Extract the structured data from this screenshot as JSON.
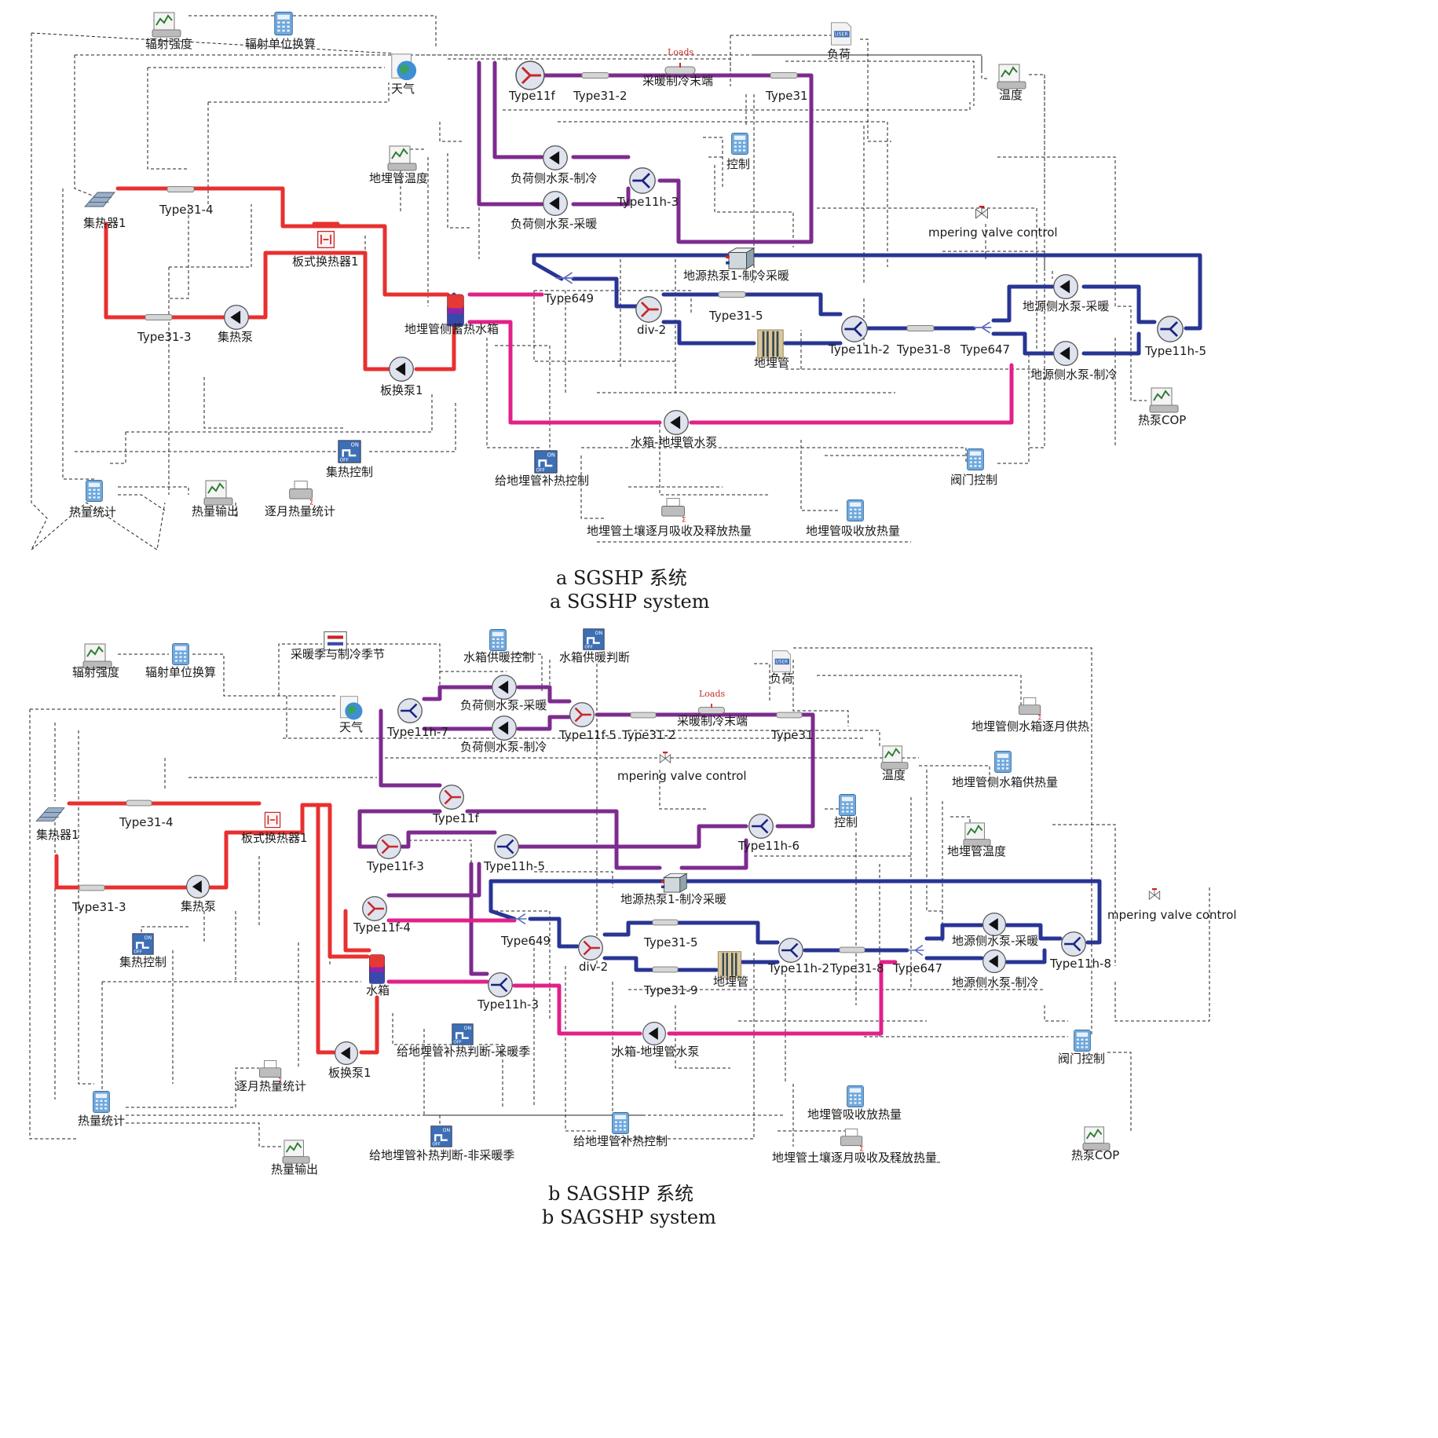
{
  "colors": {
    "solar_loop": "#e8302f",
    "load_loop": "#7d2b8e",
    "ground_loop": "#283593",
    "tank_loop": "#e0218a",
    "control_line": "#222222"
  },
  "diagram_a": {
    "caption_cn": "a  SGSHP 系统",
    "caption_en": "a  SGSHP system",
    "components": {
      "radiation": "辐射强度",
      "rad_conv": "辐射单位换算",
      "weather": "天气",
      "load": "负荷",
      "temperature": "温度",
      "type11f": "Type11f",
      "type31_2": "Type31-2",
      "terminal": "采暖制冷末端",
      "loads_tag": "Loads",
      "type31": "Type31",
      "control": "控制",
      "pump_cool": "负荷侧水泵-制冷",
      "pump_heat": "负荷侧水泵-采暖",
      "type11h_3": "Type11h-3",
      "ground_temp": "地埋管温度",
      "collector": "集热器1",
      "type31_4": "Type31-4",
      "plate_hx": "板式换热器1",
      "valve_ctrl": "mpering valve control",
      "heat_pump": "地源热泵1-制冷采暖",
      "type649": "Type649",
      "tank": "地埋管侧蓄热水箱",
      "type31_3": "Type31-3",
      "collector_pump": "集热泵",
      "div2": "div-2",
      "type31_5": "Type31-5",
      "gs_pump_heat": "地源侧水泵-采暖",
      "type11h_2": "Type11h-2",
      "type31_8": "Type31-8",
      "type647": "Type647",
      "type11h_5": "Type11h-5",
      "ground_pipe": "地埋管",
      "gs_pump_cool": "地源侧水泵-制冷",
      "hx_pump": "板换泵1",
      "cop": "热泵COP",
      "tank_pump": "水箱-地埋管水泵",
      "collector_ctrl": "集热控制",
      "supp_ctrl": "给地埋管补热控制",
      "valve_ctrl2": "阀门控制",
      "heat_stat": "热量统计",
      "heat_out": "热量输出",
      "monthly_stat": "逐月热量统计",
      "soil_monthly": "地埋管土壤逐月吸收及释放热量",
      "gp_heat": "地埋管吸收放热量"
    }
  },
  "diagram_b": {
    "caption_cn": "b  SAGSHP 系统",
    "caption_en": "b  SAGSHP system",
    "components": {
      "radiation": "辐射强度",
      "rad_conv": "辐射单位换算",
      "season": "采暖季与制冷季节",
      "tank_ctrl": "水箱供暖控制",
      "tank_judge": "水箱供暖判断",
      "load": "负荷",
      "weather": "天气",
      "type11h_7": "Type11h-7",
      "pump_heat": "负荷侧水泵-采暖",
      "type11f_5": "Type11f-5",
      "loads_tag": "Loads",
      "terminal": "采暖制冷末端",
      "pump_cool": "负荷侧水泵-制冷",
      "type31_2": "Type31-2",
      "type31": "Type31",
      "tank_monthly": "地埋管侧水箱逐月供热",
      "valve_ctrl": "mpering valve control",
      "temperature": "温度",
      "tank_supply": "地埋管侧水箱供热量",
      "collector": "集热器1",
      "type31_4": "Type31-4",
      "plate_hx": "板式换热器1",
      "type11f": "Type11f",
      "control": "控制",
      "type11f_3": "Type11f-3",
      "type11h_5": "Type11h-5",
      "type11h_6": "Type11h-6",
      "ground_temp": "地埋管温度",
      "type31_3": "Type31-3",
      "collector_pump": "集热泵",
      "heat_pump": "地源热泵1-制冷采暖",
      "valve_ctrl_b": "mpering valve control",
      "collector_ctrl": "集热控制",
      "type11f_4": "Type11f-4",
      "type649": "Type649",
      "type31_5": "Type31-5",
      "gs_pump_heat": "地源侧水泵-采暖",
      "div2": "div-2",
      "ground_pipe": "地埋管",
      "type11h_2": "Type11h-2",
      "type31_8": "Type31-8",
      "type647": "Type647",
      "type11h_8": "Type11h-8",
      "tank": "水箱",
      "type31_9": "Type31-9",
      "gs_pump_cool": "地源侧水泵-制冷",
      "type11h_3": "Type11h-3",
      "supp_judge_heat": "给地埋管补热判断-采暖季",
      "tank_pump": "水箱-地埋管水泵",
      "valve_ctrl2": "阀门控制",
      "hx_pump": "板换泵1",
      "monthly_stat": "逐月热量统计",
      "heat_stat": "热量统计",
      "gp_heat": "地埋管吸收放热量",
      "supp_judge_non": "给地埋管补热判断-非采暖季",
      "supp_ctrl": "给地埋管补热控制",
      "soil_monthly": "地埋管土壤逐月吸收及释放热量",
      "cop": "热泵COP",
      "heat_out": "热量输出"
    }
  }
}
